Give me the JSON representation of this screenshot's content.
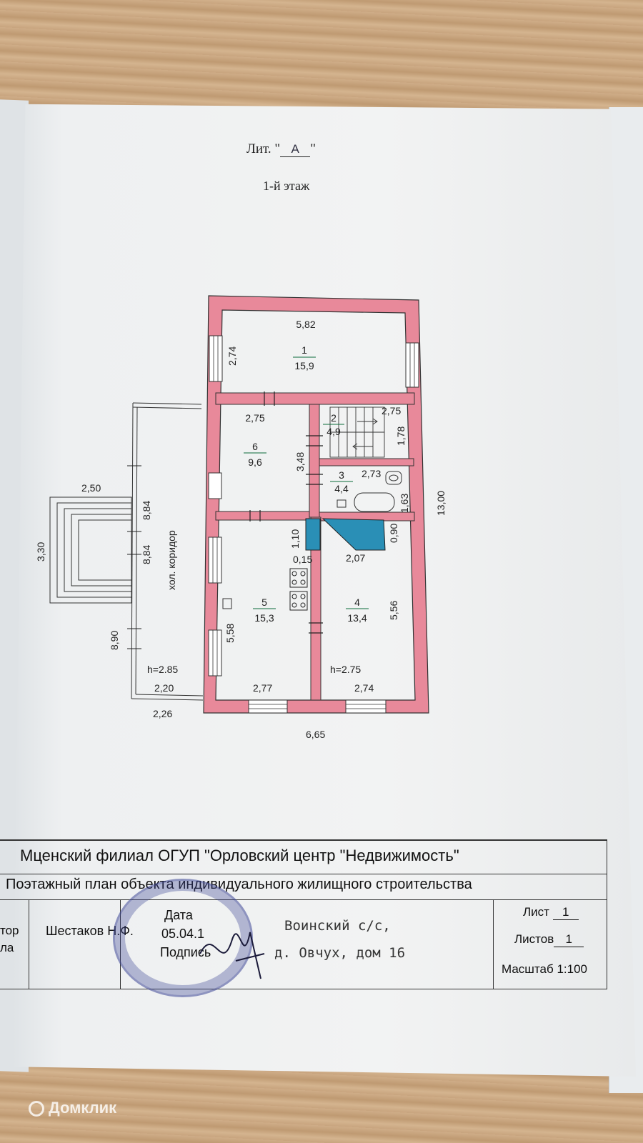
{
  "header": {
    "lit_label": "Лит. \"",
    "lit_value": "А",
    "lit_close": "\"",
    "floor": "1-й этаж"
  },
  "plan": {
    "rooms": [
      {
        "num": "1",
        "area": "15,9"
      },
      {
        "num": "2",
        "area": "4,9"
      },
      {
        "num": "3",
        "area": "4,4"
      },
      {
        "num": "4",
        "area": "13,4"
      },
      {
        "num": "5",
        "area": "15,3"
      },
      {
        "num": "6",
        "area": "9,6"
      }
    ],
    "dims": {
      "top_width": "5,82",
      "room1_height": "2,74",
      "room6_width": "2,75",
      "room2_width": "2,75",
      "room2_height": "1,78",
      "room6_height": "3,48",
      "room3_width": "2,73",
      "room3_height": "1,63",
      "total_height": "13,00",
      "porch_width": "2,50",
      "porch_height": "3,30",
      "corridor_len_a": "8,84",
      "corridor_len_b": "8,84",
      "corridor_outer": "8,90",
      "chimney_h": "1,10",
      "chimney_r": "0,90",
      "wall": "0,15",
      "room4_top": "2,07",
      "room4_height": "5,56",
      "room5_height": "5,58",
      "h_corridor": "h=2.85",
      "h_house": "h=2.75",
      "corridor_width": "2,20",
      "corridor_outer_width": "2,26",
      "room5_width": "2,77",
      "room4_width": "2,74",
      "total_width": "6,65"
    },
    "corridor_label": "хол. коридор",
    "colors": {
      "wall": "#e8899a",
      "chimney": "#2a8fb6"
    }
  },
  "titleblock": {
    "org": "Мценский филиал ОГУП \"Орловский центр \"Недвижимость\"",
    "doc": "Поэтажный план объекта индивидуального жилищного строительства",
    "left_cut_top": "тор",
    "left_cut_bottom": "ла",
    "author": "Шестаков Н.Ф.",
    "date_label": "Дата",
    "date_value": "05.04.1",
    "sign_label": "Подпись",
    "address_line1": "Воинский с/с,",
    "address_line2": "д. Овчух, дом 16",
    "sheet_label": "Лист",
    "sheet_value": "1",
    "sheets_label": "Листов",
    "sheets_value": "1",
    "scale": "Масштаб  1:100"
  },
  "watermark": "Домклик"
}
